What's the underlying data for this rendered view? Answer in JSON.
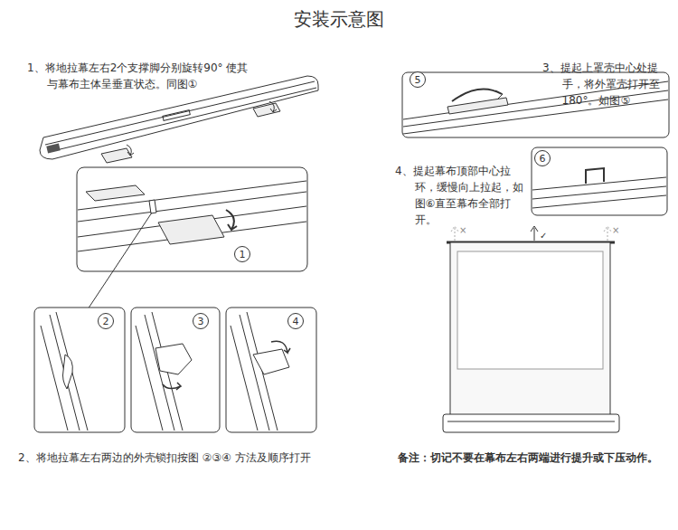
{
  "diagram": {
    "title": "安装示意图",
    "nodes": [
      {
        "text": [
          "1"
        ]
      },
      {
        "text": [
          "2"
        ]
      },
      {
        "text": [
          "3"
        ]
      },
      {
        "text": [
          "4"
        ]
      },
      {
        "text": [
          "5"
        ]
      },
      {
        "text": [
          "6"
        ]
      }
    ],
    "labels": [
      "1、将地拉幕左右2个支撑脚分别旋转90° 使其与幕布主体呈垂直状态。同图①",
      "2、将地拉幕左右两边的外壳锁扣按图 ②③④ 方法及顺序打开",
      "3、提起上罩壳中心处提手，将外罩壳打开至180°。如图⑤",
      "4、提起幕布顶部中心拉环，缓慢向上拉起，如图⑥直至幕布全部打开。",
      "备注：切记不要在幕布左右两端进行提升或下压动作。",
      "×",
      "✓",
      "×"
    ]
  }
}
